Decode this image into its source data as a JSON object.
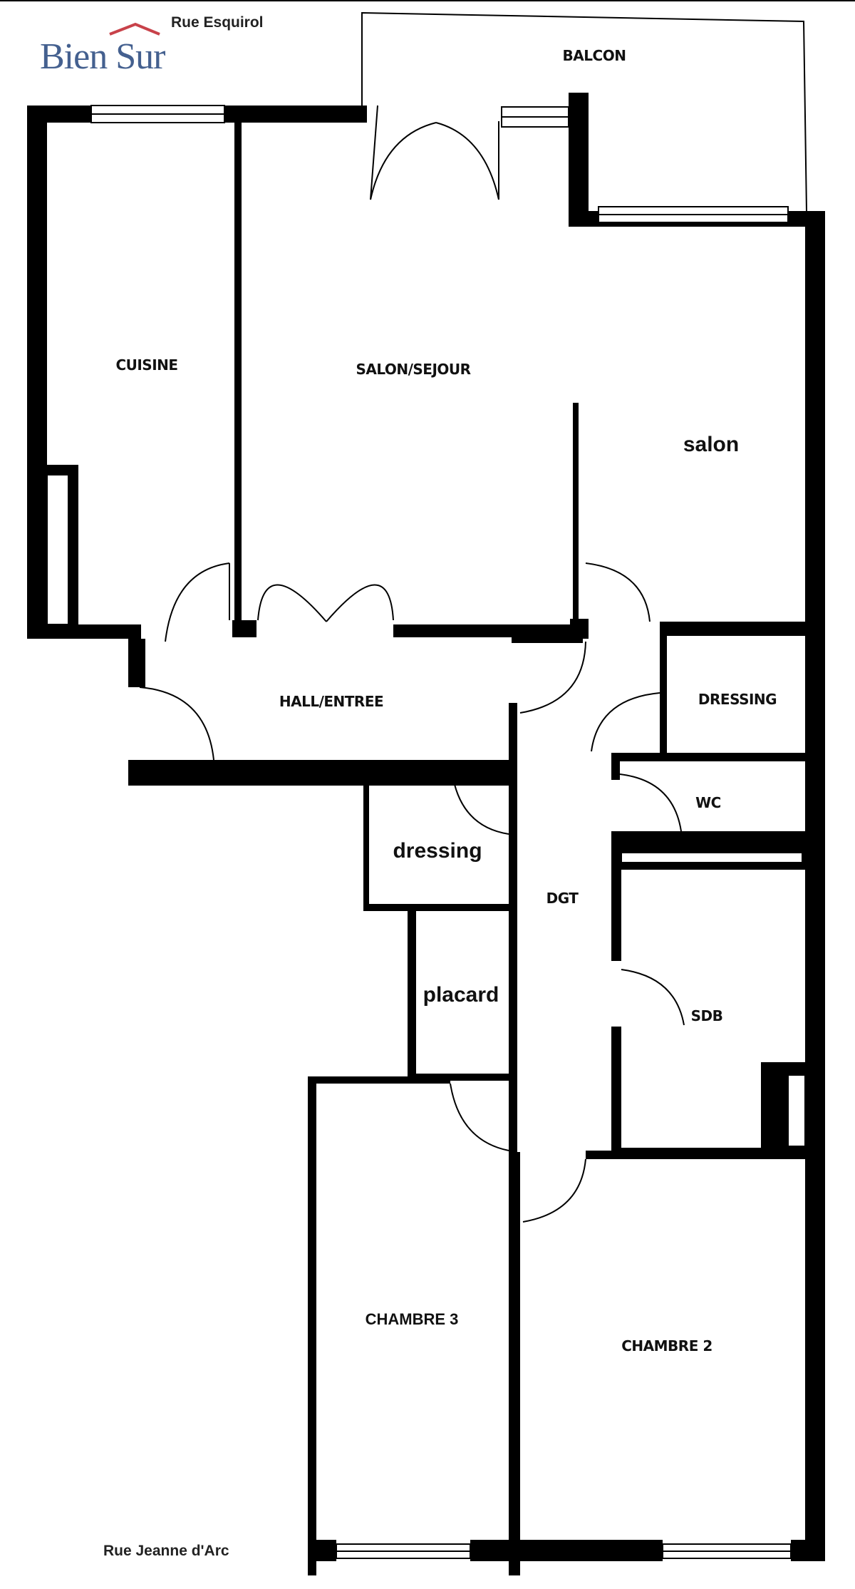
{
  "brand": {
    "name": "Bien Sur"
  },
  "streets": {
    "top": "Rue Esquirol",
    "bottom": "Rue Jeanne d'Arc"
  },
  "rooms": {
    "balcon": "BALCON",
    "cuisine": "CUISINE",
    "salon_sejour": "SALON/SEJOUR",
    "salon": "salon",
    "hall_entree": "HALL/ENTREE",
    "dressing_upper": "DRESSING",
    "wc": "WC",
    "dressing_lower": "dressing",
    "dgt": "DGT",
    "placard": "placard",
    "sdb": "SDB",
    "chambre3": "CHAMBRE 3",
    "chambre2": "CHAMBRE 2"
  },
  "colors": {
    "wall": "#000000",
    "logo_blue": "#44608f",
    "logo_roof": "#c8424a",
    "background": "#ffffff"
  }
}
